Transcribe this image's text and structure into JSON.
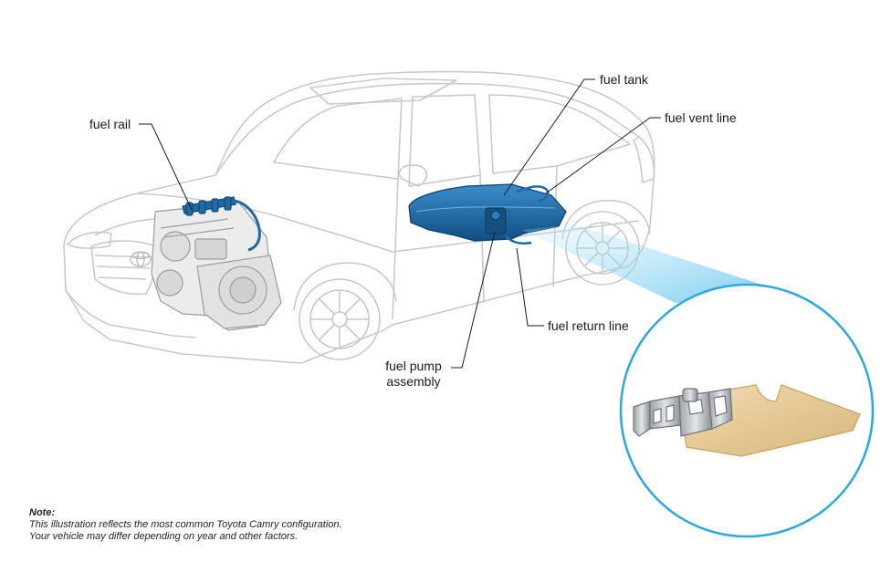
{
  "callouts": {
    "fuel_rail": "fuel rail",
    "fuel_tank": "fuel tank",
    "fuel_vent_line": "fuel vent line",
    "fuel_return_line": "fuel return line",
    "fuel_pump_assembly_line1": "fuel pump",
    "fuel_pump_assembly_line2": "assembly"
  },
  "note": {
    "title": "Note:",
    "line1": "This illustration reflects the most common Toyota Camry configuration.",
    "line2": "Your vehicle may differ depending on year and other factors."
  },
  "colors": {
    "car_outline": "#c9c9c9",
    "fuel_system_blue": "#1f6aa3",
    "magnifier_ring": "#2aa9e0",
    "magnifier_beam": "#7ecff0",
    "gasket": "#e6cc9b",
    "callout_line": "#1a1a1a"
  },
  "icons": {
    "brand_logo": "toyota-emblem-icon"
  }
}
